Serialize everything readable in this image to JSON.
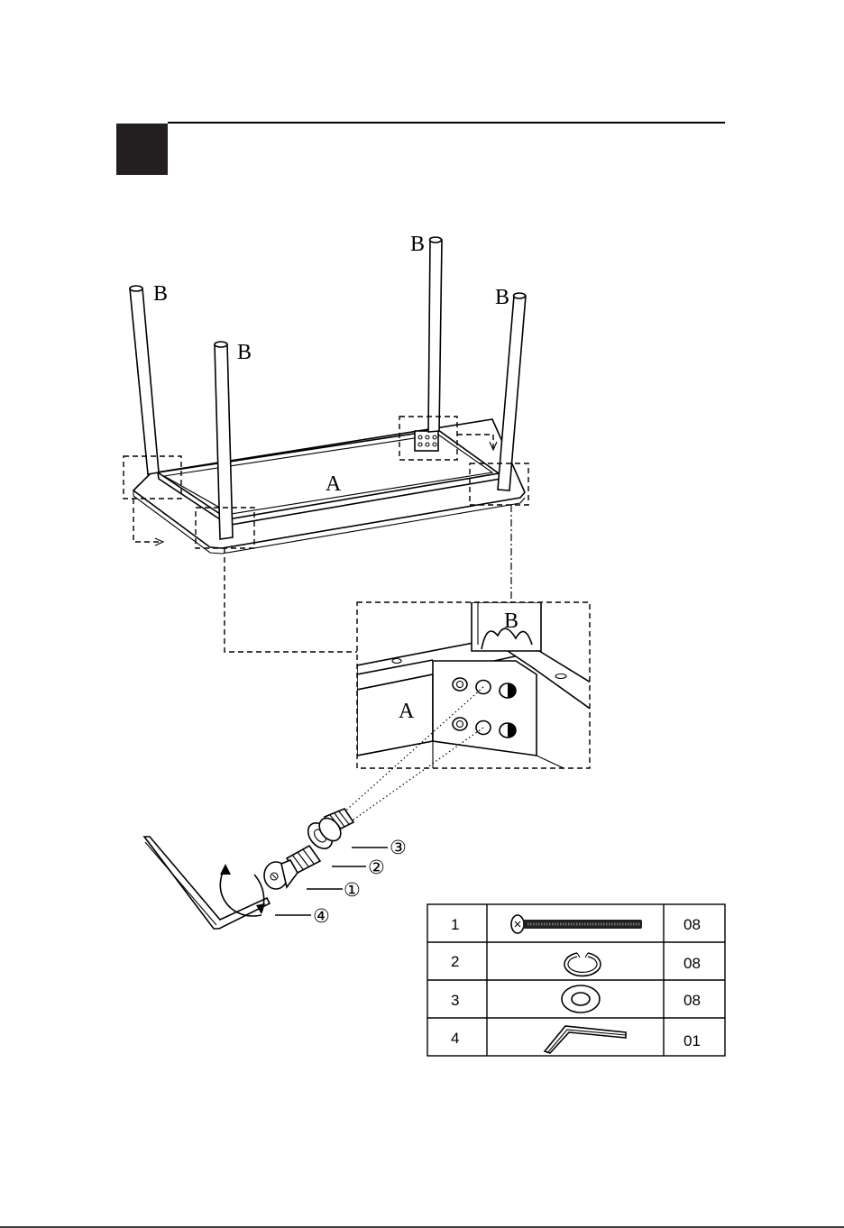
{
  "step": {
    "number": ""
  },
  "labels": {
    "top": "A",
    "leg": "B",
    "detail_top": "A",
    "detail_leg": "B"
  },
  "callouts": [
    "①",
    "②",
    "③",
    "④"
  ],
  "parts_table": {
    "rows": [
      {
        "id": "1",
        "icon": "bolt-icon",
        "qty": "08"
      },
      {
        "id": "2",
        "icon": "split-lock-washer-icon",
        "qty": "08"
      },
      {
        "id": "3",
        "icon": "flat-washer-icon",
        "qty": "08"
      },
      {
        "id": "4",
        "icon": "allen-key-icon",
        "qty": "01"
      }
    ]
  }
}
